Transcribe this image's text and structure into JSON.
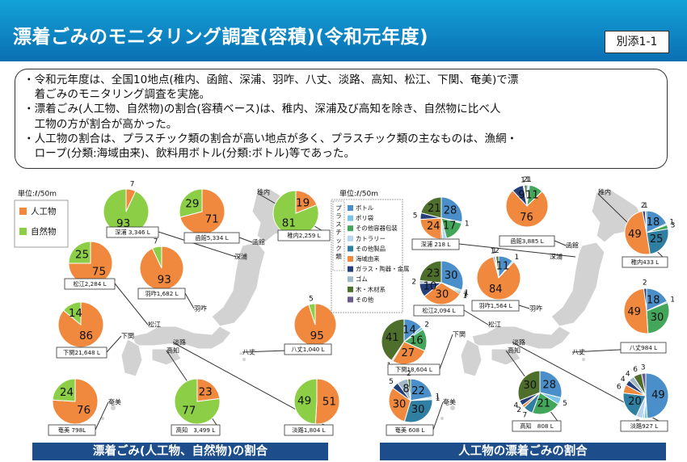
{
  "header": {
    "title": "漂着ごみのモニタリング調査(容積)(令和元年度)",
    "badge": "別添1-1"
  },
  "summary": {
    "lines": [
      "・令和元年度は、全国10地点(稚内、函館、深浦、羽咋、八丈、淡路、高知、松江、下関、奄美)で漂",
      "　着ごみのモニタリング調査を実施。",
      "・漂着ごみ(人工物、自然物)の割合(容積ベース)は、稚内、深浦及び高知を除き、自然物に比べ人",
      "　工物の方が割合が高かった。",
      "・人工物の割合は、プラスチック類の割合が高い地点が多く、プラスチック類の主なものは、漁網・",
      "　ロープ(分類:海域由来)、飲料用ボトル(分類:ボトル)等であった。"
    ]
  },
  "left_panel": {
    "unit": "単位:ℓ/50m",
    "footer": "漂着ごみ(人工物、自然物)の割合",
    "legend_title": ""
  },
  "right_panel": {
    "unit": "単位:ℓ/50m",
    "footer": "人工物の漂着ごみの割合",
    "legend_side": "プラスチック類"
  },
  "colors": {
    "artificial": "#f0883e",
    "natural": "#8ccf47",
    "header": "#0f8fcc",
    "bar": "#1d4e8b",
    "land": "#d2d2d2"
  },
  "place_names": [
    "稚内",
    "函館",
    "深浦",
    "羽咋",
    "八丈",
    "淡路",
    "高知",
    "松江",
    "下関",
    "奄美"
  ],
  "chart_data": [
    {
      "type": "pie",
      "title": "漂着ごみ(人工物、自然物)の割合",
      "series": [
        {
          "name": "人工物",
          "color": "#f0883e"
        },
        {
          "name": "自然物",
          "color": "#8ccf47"
        }
      ],
      "sites": [
        {
          "label": "深浦 3,346 L",
          "values": [
            7,
            93
          ]
        },
        {
          "label": "函館5,334 L",
          "values": [
            71,
            29
          ]
        },
        {
          "label": "稚内2,259 L",
          "values": [
            19,
            81
          ]
        },
        {
          "label": "松江2,284 L",
          "values": [
            75,
            25
          ]
        },
        {
          "label": "羽咋1,682 L",
          "values": [
            93,
            7
          ]
        },
        {
          "label": "下関21,648 L",
          "values": [
            86,
            14
          ]
        },
        {
          "label": "八丈1,040 L",
          "values": [
            95,
            5
          ]
        },
        {
          "label": "奄美 798L",
          "values": [
            76,
            24
          ]
        },
        {
          "label": "高知　3,499 L",
          "values": [
            23,
            77
          ]
        },
        {
          "label": "淡路1,804 L",
          "values": [
            51,
            49
          ]
        }
      ]
    },
    {
      "type": "pie",
      "title": "人工物の漂着ごみの割合",
      "series": [
        {
          "name": "ボトル",
          "color": "#4a8fc9"
        },
        {
          "name": "ポリ袋",
          "color": "#79c3e6"
        },
        {
          "name": "その他容器包装",
          "color": "#44a65a"
        },
        {
          "name": "カトラリー",
          "color": "#b7d4f0"
        },
        {
          "name": "その他製品",
          "color": "#2f7fa3"
        },
        {
          "name": "海域由来",
          "color": "#f0883e"
        },
        {
          "name": "ガラス・陶器・金属",
          "color": "#243f7a"
        },
        {
          "name": "ゴム",
          "color": "#a1b8c6"
        },
        {
          "name": "木・木材系",
          "color": "#4e6e2c"
        },
        {
          "name": "その他",
          "color": "#6b5a8e"
        }
      ],
      "sites": [
        {
          "label": "深浦 218 L",
          "values": [
            28,
            1,
            17,
            3,
            1,
            24,
            5,
            0,
            21,
            0
          ]
        },
        {
          "label": "函館3,885 L",
          "values": [
            1,
            1,
            11,
            0,
            0,
            76,
            9,
            1,
            2,
            0
          ]
        },
        {
          "label": "稚内433 L",
          "values": [
            18,
            1,
            3,
            0,
            25,
            49,
            2,
            0,
            1,
            0
          ]
        },
        {
          "label": "松江2,094 L",
          "values": [
            30,
            1,
            1,
            0,
            1,
            30,
            10,
            2,
            23,
            0
          ]
        },
        {
          "label": "羽咋1,564 L",
          "values": [
            11,
            1,
            0,
            0,
            0,
            84,
            1,
            1,
            2,
            0
          ]
        },
        {
          "label": "下関18,604 L",
          "values": [
            14,
            2,
            16,
            0,
            0,
            27,
            0,
            1,
            41,
            0
          ]
        },
        {
          "label": "八丈984 L",
          "values": [
            18,
            1,
            30,
            0,
            0,
            49,
            2,
            0,
            0,
            0
          ]
        },
        {
          "label": "奄美 608 L",
          "values": [
            22,
            1,
            0,
            1,
            30,
            30,
            5,
            8,
            2,
            0
          ]
        },
        {
          "label": "高知　808 L",
          "values": [
            28,
            5,
            21,
            0,
            7,
            2,
            4,
            0,
            30,
            0
          ]
        },
        {
          "label": "淡路927 L",
          "values": [
            49,
            2,
            1,
            5,
            20,
            6,
            4,
            4,
            6,
            3
          ]
        }
      ]
    }
  ]
}
